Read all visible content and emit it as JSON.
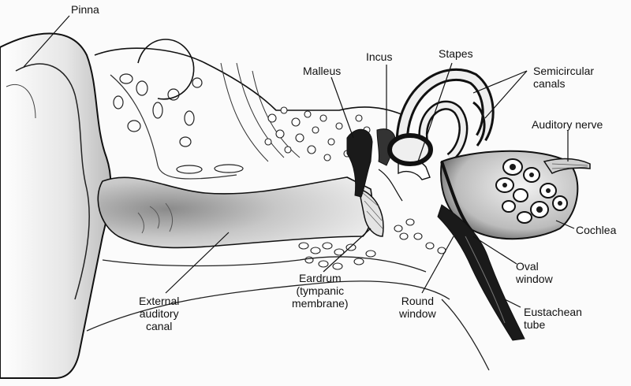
{
  "diagram": {
    "labels": {
      "pinna": "Pinna",
      "malleus": "Malleus",
      "incus": "Incus",
      "stapes": "Stapes",
      "semicircular_canals": [
        "Semicircular",
        "canals"
      ],
      "auditory_nerve": "Auditory nerve",
      "cochlea": "Cochlea",
      "oval_window": [
        "Oval",
        "window"
      ],
      "eustachean_tube": [
        "Eustachean",
        "tube"
      ],
      "round_window": [
        "Round",
        "window"
      ],
      "eardrum": [
        "Eardrum",
        "(tympanic",
        "membrane)"
      ],
      "external_auditory_canal": [
        "External",
        "auditory",
        "canal"
      ]
    },
    "colors": {
      "line": "#111111",
      "tissue": "#d9d9d9",
      "shadow": "#6a6a6a",
      "dark": "#1a1a1a",
      "bone": "#efefef"
    }
  }
}
